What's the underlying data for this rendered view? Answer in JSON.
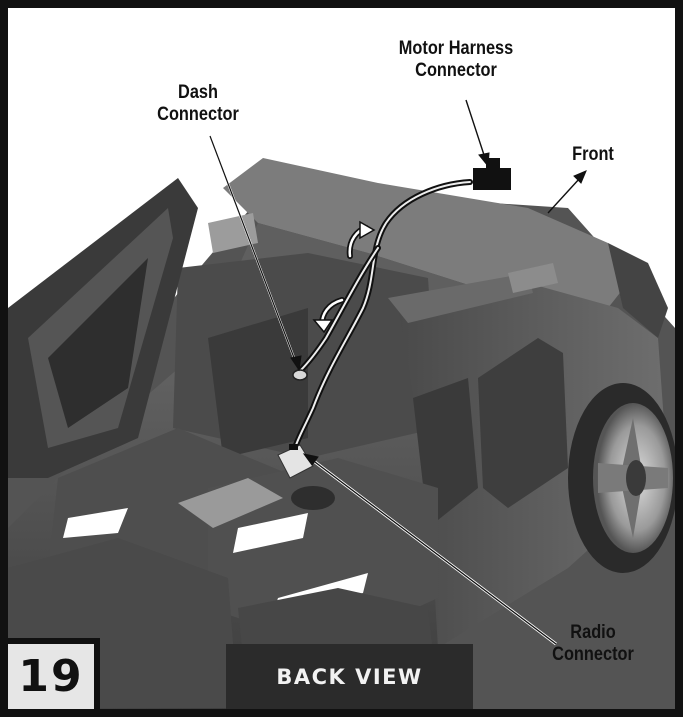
{
  "labels": {
    "motor_harness": "Motor Harness\nConnector",
    "dash": "Dash\nConnector",
    "front": "Front",
    "radio": "Radio\nConnector"
  },
  "step": {
    "number": "19"
  },
  "view": {
    "label": "BACK VIEW"
  },
  "colors": {
    "frame": "#111111",
    "body_dark": "#3a3a3a",
    "body_mid": "#5a5a5a",
    "body_light": "#7a7a7a",
    "view_box": "#2b2b2b",
    "step_box": "#e6e6e6"
  }
}
